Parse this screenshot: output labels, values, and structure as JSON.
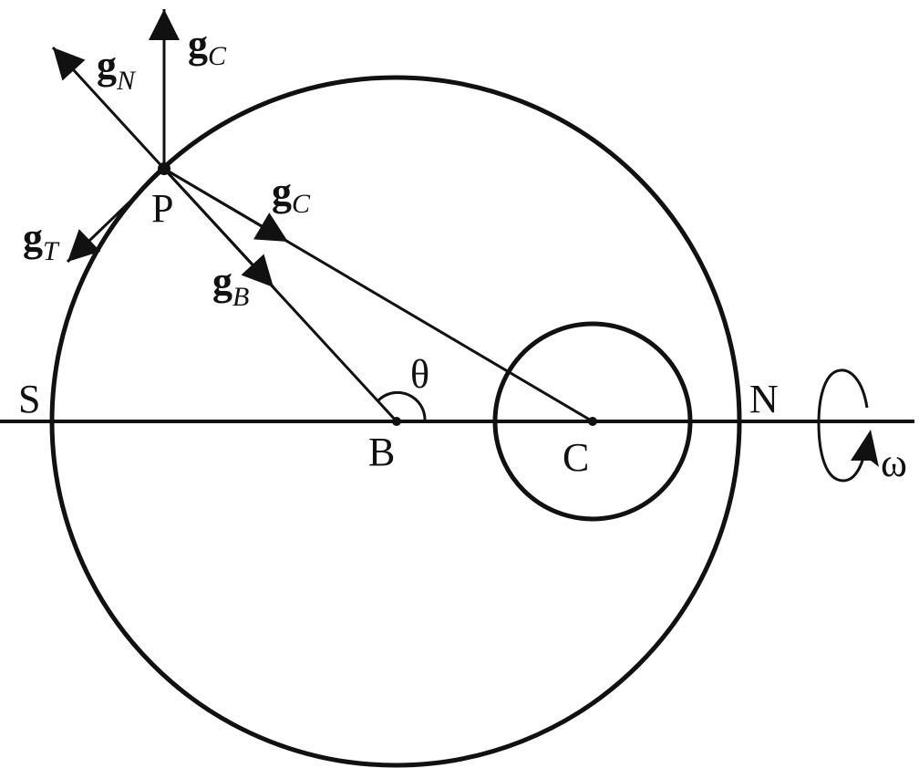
{
  "labels": {
    "gC_up": {
      "main": "g",
      "sub": "C"
    },
    "gN": {
      "main": "g",
      "sub": "N"
    },
    "gT": {
      "main": "g",
      "sub": "T"
    },
    "gC_center": {
      "main": "g",
      "sub": "C"
    },
    "gB": {
      "main": "g",
      "sub": "B"
    },
    "P": "P",
    "S": "S",
    "N": "N",
    "B": "B",
    "C": "C",
    "theta": "θ",
    "omega": "ω"
  },
  "colors": {
    "ink": "#111111",
    "background": "#ffffff"
  }
}
